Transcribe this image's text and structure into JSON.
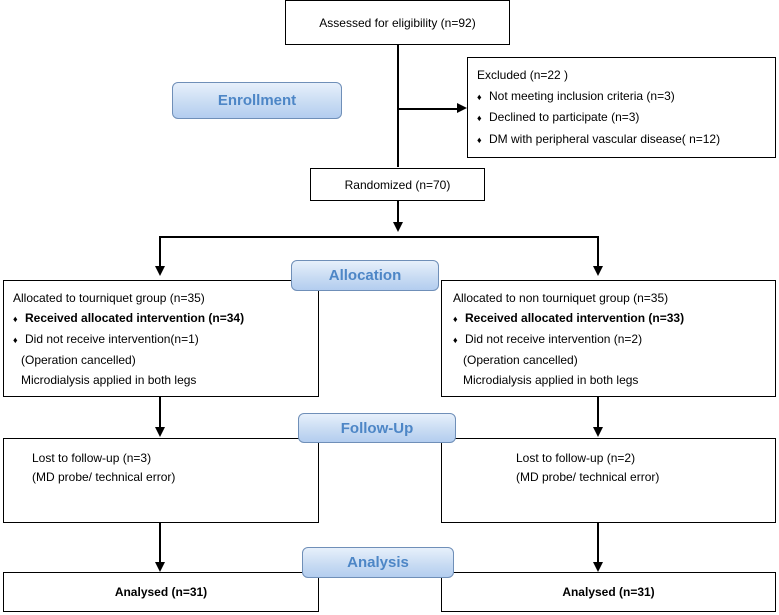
{
  "stages": {
    "enrollment": "Enrollment",
    "allocation": "Allocation",
    "follow_up": "Follow-Up",
    "analysis": "Analysis"
  },
  "assessed": "Assessed for eligibility (n=92)",
  "excluded": {
    "title": "Excluded  (n=22 )",
    "bullet": "♦",
    "items": [
      "Not meeting inclusion criteria (n=3)",
      "Declined to participate (n=3)",
      "DM with peripheral vascular disease( n=12)"
    ]
  },
  "randomized": "Randomized (n=70)",
  "left_allocation": {
    "title": "Allocated to tourniquet group (n=35)",
    "received": "Received allocated intervention (n=34)",
    "not_received": "Did not receive intervention(n=1)",
    "reason": "(Operation cancelled)",
    "note": "Microdialysis applied in both legs"
  },
  "right_allocation": {
    "title": "Allocated to non tourniquet group (n=35)",
    "received": "Received allocated intervention (n=33)",
    "not_received": "Did not receive intervention (n=2)",
    "reason": "(Operation cancelled)",
    "note": "Microdialysis applied in both legs"
  },
  "left_followup": {
    "lost": "Lost to follow-up  (n=3)",
    "reason": "(MD probe/ technical error)"
  },
  "right_followup": {
    "lost": "Lost to follow-up  (n=2)",
    "reason": "(MD probe/ technical error)"
  },
  "left_analysis": "Analysed  (n=31)",
  "right_analysis": "Analysed  (n=31)"
}
